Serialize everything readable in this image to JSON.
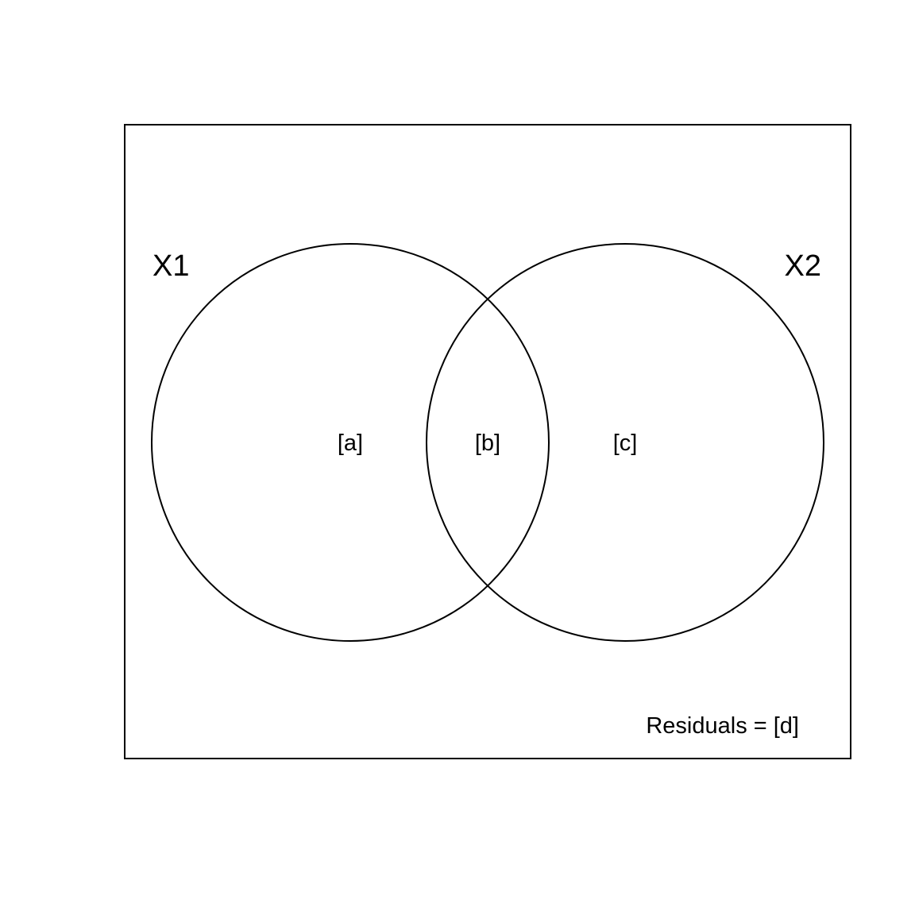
{
  "diagram": {
    "type": "venn",
    "sets": [
      {
        "label": "X1"
      },
      {
        "label": "X2"
      }
    ],
    "regions": {
      "x1_only": "[a]",
      "overlap": "[b]",
      "x2_only": "[c]"
    },
    "residuals": "Residuals = [d]",
    "colors": {
      "stroke": "#000000",
      "background": "#ffffff"
    }
  }
}
